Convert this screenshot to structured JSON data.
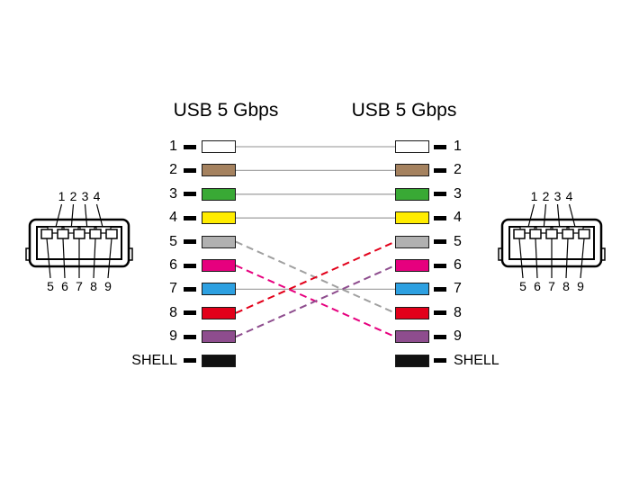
{
  "headers": {
    "left": "USB 5 Gbps",
    "right": "USB 5 Gbps"
  },
  "pins": [
    {
      "id": "1",
      "color": "#ffffff"
    },
    {
      "id": "2",
      "color": "#a5825f"
    },
    {
      "id": "3",
      "color": "#39a935"
    },
    {
      "id": "4",
      "color": "#ffec00"
    },
    {
      "id": "5",
      "color": "#b1b1b1"
    },
    {
      "id": "6",
      "color": "#e6007e"
    },
    {
      "id": "7",
      "color": "#2da0e1"
    },
    {
      "id": "8",
      "color": "#e2001a"
    },
    {
      "id": "9",
      "color": "#8e4d8e"
    },
    {
      "id": "SHELL",
      "color": "#111111"
    }
  ],
  "connections": {
    "straight": [
      "1",
      "2",
      "3",
      "4",
      "7"
    ],
    "straight_line_color": "#a6a6a6",
    "crossed": [
      {
        "from": "5",
        "to": "8",
        "color": "#a0a0a0"
      },
      {
        "from": "6",
        "to": "9",
        "color": "#e6007e"
      },
      {
        "from": "8",
        "to": "5",
        "color": "#e2001a"
      },
      {
        "from": "9",
        "to": "6",
        "color": "#8e4d8e"
      }
    ]
  },
  "connectors": {
    "top_pins": [
      "1",
      "2",
      "3",
      "4"
    ],
    "bottom_pins": [
      "5",
      "6",
      "7",
      "8",
      "9"
    ]
  }
}
